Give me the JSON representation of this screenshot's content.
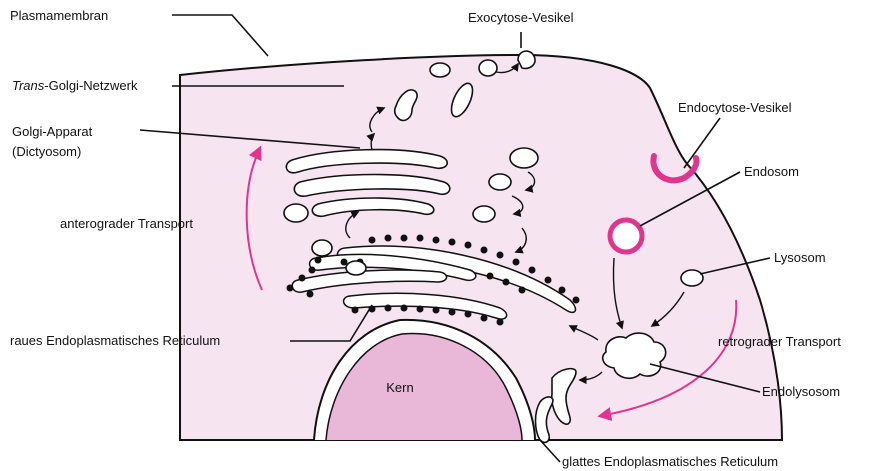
{
  "labels": {
    "plasmamembran": "Plasmamembran",
    "trans_golgi_prefix": "Trans",
    "trans_golgi_rest": "-Golgi-Netzwerk",
    "golgi_line1": "Golgi-Apparat",
    "golgi_line2": "(Dictyosom)",
    "anterograd": "anterograder Transport",
    "raues_er": "raues Endoplasmatisches Reticulum",
    "exocytose": "Exocytose-Vesikel",
    "endocytose": "Endocytose-Vesikel",
    "endosom": "Endosom",
    "lysosom": "Lysosom",
    "retrograd": "retrograder Transport",
    "endolysosom": "Endolysosom",
    "glattes_er": "glattes Endoplasmatisches Reticulum",
    "kern": "Kern"
  },
  "colors": {
    "cytoplasm": "#f6e4f0",
    "nucleus": "#e9b8d8",
    "accent": "#e0358f",
    "line": "#111111"
  }
}
